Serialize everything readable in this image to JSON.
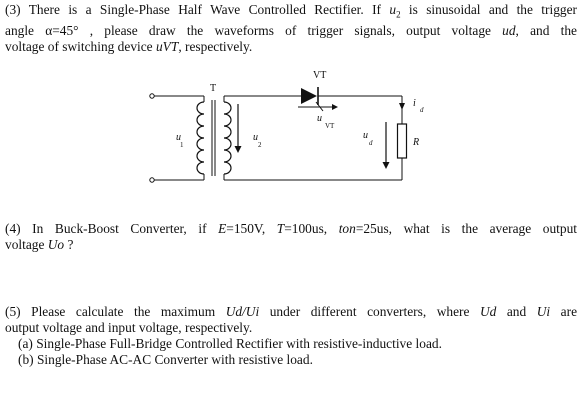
{
  "q3": {
    "line1_a": "(3) There is a Single-Phase Half Wave Controlled Rectifier. If ",
    "line1_var": "u",
    "line1_sub": "2",
    "line1_b": " is sinusoidal and the trigger",
    "line2_a": "angle α=45° , please draw the waveforms of trigger signals, output voltage ",
    "line2_var": "ud",
    "line2_b": ", and the",
    "line3_a": "voltage of switching device ",
    "line3_var": "uVT",
    "line3_b": ", respectively."
  },
  "circuit": {
    "label_vt_top": "VT",
    "label_t": "T",
    "label_u": "u",
    "label_vt_small": "VT",
    "label_i": "i",
    "label_d": "d",
    "label_u1": "u",
    "label_1": "1",
    "label_u2": "u",
    "label_2": "2",
    "label_ud": "u",
    "label_ud_sub": "d",
    "label_r": "R"
  },
  "q4": {
    "line1_a": "(4) In Buck-Boost Converter, if ",
    "line1_e": "E",
    "line1_b": "=150V, ",
    "line1_t": "T",
    "line1_c": "=100us, ",
    "line1_ton": "ton",
    "line1_d": "=25us, what is the average output",
    "line2_a": "voltage ",
    "line2_var": "Uo",
    "line2_b": " ?"
  },
  "q5": {
    "line1_a": "(5) Please calculate the maximum ",
    "line1_ratio": "Ud/Ui",
    "line1_b": " under different converters, where ",
    "line1_ud": "Ud",
    "line1_c": " and ",
    "line1_ui": "Ui",
    "line1_d": " are",
    "line2": "output voltage and input voltage, respectively.",
    "item_a": "(a) Single-Phase Full-Bridge Controlled Rectifier with resistive-inductive load.",
    "item_b": "(b) Single-Phase AC-AC Converter with resistive load."
  }
}
